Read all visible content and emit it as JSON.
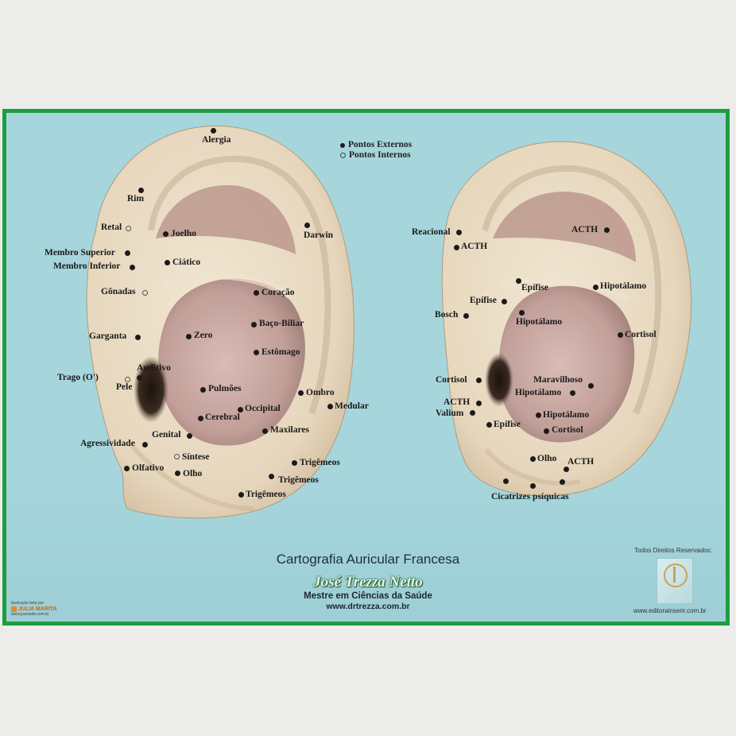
{
  "legend": {
    "external": "Pontos  Externos",
    "internal": "Pontos  Internos"
  },
  "left_ear_points": [
    {
      "label": "Alergia",
      "type": "external"
    },
    {
      "label": "Rim",
      "type": "external"
    },
    {
      "label": "Retal",
      "type": "internal"
    },
    {
      "label": "Joelho",
      "type": "external"
    },
    {
      "label": "Darwin",
      "type": "external"
    },
    {
      "label": "Membro Superior",
      "type": "external"
    },
    {
      "label": "Membro Inferior",
      "type": "external"
    },
    {
      "label": "Ciático",
      "type": "external"
    },
    {
      "label": "Gônadas",
      "type": "internal"
    },
    {
      "label": "Coração",
      "type": "external"
    },
    {
      "label": "Baço-Biliar",
      "type": "external"
    },
    {
      "label": "Garganta",
      "type": "external"
    },
    {
      "label": "Zero",
      "type": "external"
    },
    {
      "label": "Estômago",
      "type": "external"
    },
    {
      "label": "Auditivo",
      "type": "external"
    },
    {
      "label": "Trago (O')",
      "type": "internal"
    },
    {
      "label": "Pele",
      "type": "external"
    },
    {
      "label": "Pulmões",
      "type": "external"
    },
    {
      "label": "Ombro",
      "type": "external"
    },
    {
      "label": "Medular",
      "type": "external"
    },
    {
      "label": "Occipital",
      "type": "external"
    },
    {
      "label": "Cerebral",
      "type": "external"
    },
    {
      "label": "Maxilares",
      "type": "external"
    },
    {
      "label": "Genital",
      "type": "external"
    },
    {
      "label": "Agressividade",
      "type": "external"
    },
    {
      "label": "Síntese",
      "type": "internal"
    },
    {
      "label": "Trigêmeos",
      "type": "external"
    },
    {
      "label": "Olfativo",
      "type": "external"
    },
    {
      "label": "Olho",
      "type": "external"
    },
    {
      "label": "Trigêmeos",
      "type": "external"
    },
    {
      "label": "Trigêmeos",
      "type": "external"
    }
  ],
  "right_ear_points": [
    {
      "label": "Reacional",
      "type": "external"
    },
    {
      "label": "ACTH",
      "type": "external"
    },
    {
      "label": "ACTH",
      "type": "external"
    },
    {
      "label": "Epífise",
      "type": "internal"
    },
    {
      "label": "Hipotálamo",
      "type": "external"
    },
    {
      "label": "Epífise",
      "type": "external"
    },
    {
      "label": "Bosch",
      "type": "external"
    },
    {
      "label": "Hipotálamo",
      "type": "external"
    },
    {
      "label": "Cortisol",
      "type": "external"
    },
    {
      "label": "Cortisol",
      "type": "external"
    },
    {
      "label": "Maravilhoso",
      "type": "external"
    },
    {
      "label": "Hipotálamo",
      "type": "external"
    },
    {
      "label": "ACTH",
      "type": "external"
    },
    {
      "label": "Valium",
      "type": "external"
    },
    {
      "label": "Hipotálamo",
      "type": "external"
    },
    {
      "label": "Epífise",
      "type": "external"
    },
    {
      "label": "Cortisol",
      "type": "external"
    },
    {
      "label": "Olho",
      "type": "external"
    },
    {
      "label": "ACTH",
      "type": "external"
    },
    {
      "label": "Cicatrizes psíquicas",
      "type": "external"
    }
  ],
  "footer": {
    "title": "Cartografia Auricular Francesa",
    "author": "José Trezza Netto",
    "credential": "Mestre em Ciências da Saúde",
    "website": "www.drtrezza.com.br",
    "rights": "Todos Direitos Reservados:",
    "publisher_url": "www.editorainserir.com.br",
    "illustration_credit": "Ilustração feita por",
    "illustrator": "JULIA MARITA",
    "illustrator_url": "www.juamaita.com.br"
  },
  "colors": {
    "background": "#a6d6dc",
    "border": "#1f9c3e",
    "skin": "#e9dcc6",
    "concha": "#c9a8a2"
  }
}
